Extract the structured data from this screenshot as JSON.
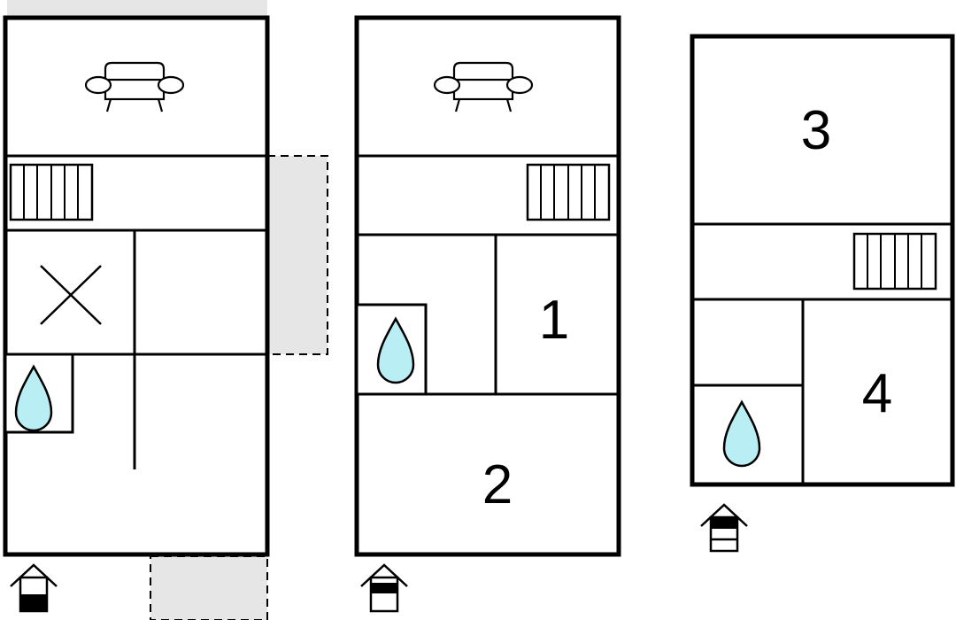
{
  "colors": {
    "wall": "#000000",
    "background": "#ffffff",
    "outdoor_area": "#e6e6e6",
    "water": "#b9eef5"
  },
  "floors": [
    {
      "name": "floor-ground",
      "icons": [
        "sofa-icon",
        "stairs-icon",
        "kitchen-cross-icon",
        "water-drop-icon",
        "floor-level-icon"
      ],
      "room_numbers": []
    },
    {
      "name": "floor-first",
      "icons": [
        "sofa-icon",
        "stairs-icon",
        "water-drop-icon",
        "floor-level-icon"
      ],
      "room_numbers": [
        "1",
        "2"
      ]
    },
    {
      "name": "floor-second",
      "icons": [
        "stairs-icon",
        "water-drop-icon",
        "floor-level-icon"
      ],
      "room_numbers": [
        "3",
        "4"
      ]
    }
  ],
  "floor_level_indicator": {
    "floor-ground": 1,
    "floor-first": 2,
    "floor-second": 3
  }
}
